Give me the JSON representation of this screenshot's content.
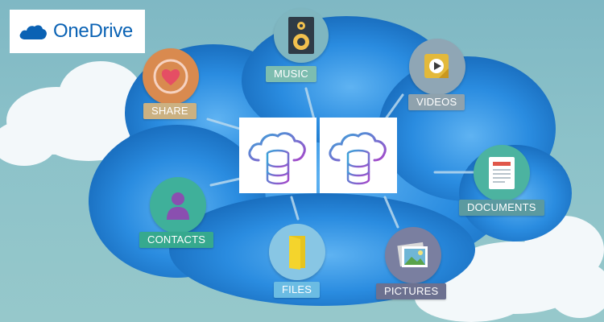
{
  "brand": {
    "name": "OneDrive",
    "color": "#0a62b4"
  },
  "colors": {
    "sky": "#8cc2c9",
    "cloud_main": "#1e7fd6",
    "cloud_highlight": "#5fb3f2",
    "fluffy_cloud": "#f3f8fa",
    "icon_gradient_start": "#36a6d9",
    "icon_gradient_end": "#a646c9"
  },
  "hub": {
    "cards": [
      {
        "icon": "cloud-database-icon"
      },
      {
        "icon": "cloud-database-icon"
      }
    ]
  },
  "services": [
    {
      "id": "music",
      "label": "MUSIC",
      "icon": "speaker-icon",
      "circle_color": "#7fb6c0",
      "tag_color": "#7dbdb0"
    },
    {
      "id": "share",
      "label": "SHARE",
      "icon": "heart-icon",
      "circle_color": "#d98a4f",
      "tag_color": "#cbb182"
    },
    {
      "id": "videos",
      "label": "VIDEOS",
      "icon": "play-icon",
      "circle_color": "#8fa6b5",
      "tag_color": "#8fa2ad"
    },
    {
      "id": "documents",
      "label": "DOCUMENTS",
      "icon": "document-icon",
      "circle_color": "#4cb3a0",
      "tag_color": "#5b9aa0"
    },
    {
      "id": "contacts",
      "label": "CONTACTS",
      "icon": "person-icon",
      "circle_color": "#3fb09a",
      "tag_color": "#36a98e"
    },
    {
      "id": "files",
      "label": "FILES",
      "icon": "folder-icon",
      "circle_color": "#88c6e4",
      "tag_color": "#6bbce3"
    },
    {
      "id": "pictures",
      "label": "PICTURES",
      "icon": "photo-icon",
      "circle_color": "#7a7fa0",
      "tag_color": "#6c7190"
    }
  ]
}
